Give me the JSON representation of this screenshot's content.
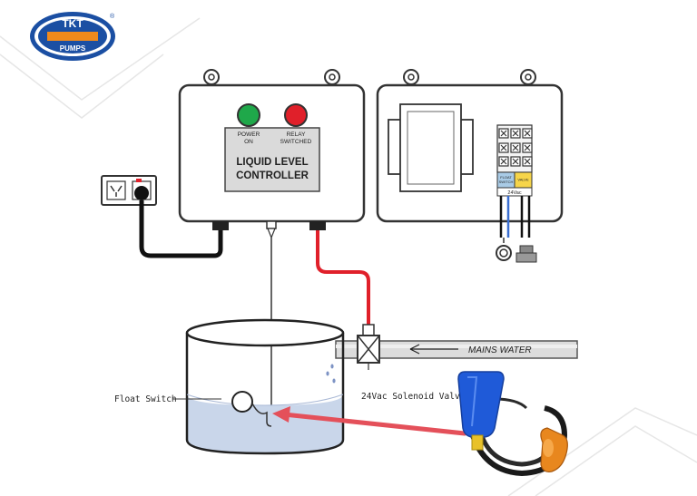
{
  "brand": {
    "top": "TKT",
    "bottom": "PUMPS",
    "registered": "®",
    "colors": {
      "blue": "#1b4fa3",
      "orange": "#f08a1c"
    }
  },
  "controller": {
    "led_power_label_1": "POWER",
    "led_power_label_2": "ON",
    "led_relay_label_1": "RELAY",
    "led_relay_label_2": "SWITCHED",
    "title_line_1": "LIQUID LEVEL",
    "title_line_2": "CONTROLLER",
    "colors": {
      "power_led": "#1fa84a",
      "relay_led": "#e0202a"
    }
  },
  "terminal": {
    "cell_left_1": "FLOAT",
    "cell_left_2": "SWITCH",
    "cell_right": "VALVE",
    "voltage": "24Vac"
  },
  "labels": {
    "mains_water": "MAINS WATER",
    "solenoid_valve": "24Vac Solenoid Valve",
    "float_switch": "Float Switch"
  },
  "colors": {
    "red_wire": "#e0202a",
    "water": "#c9d6ea",
    "float_blue": "#1f5ad8",
    "float_orange": "#e8871e",
    "arrow": "#e4505a"
  }
}
